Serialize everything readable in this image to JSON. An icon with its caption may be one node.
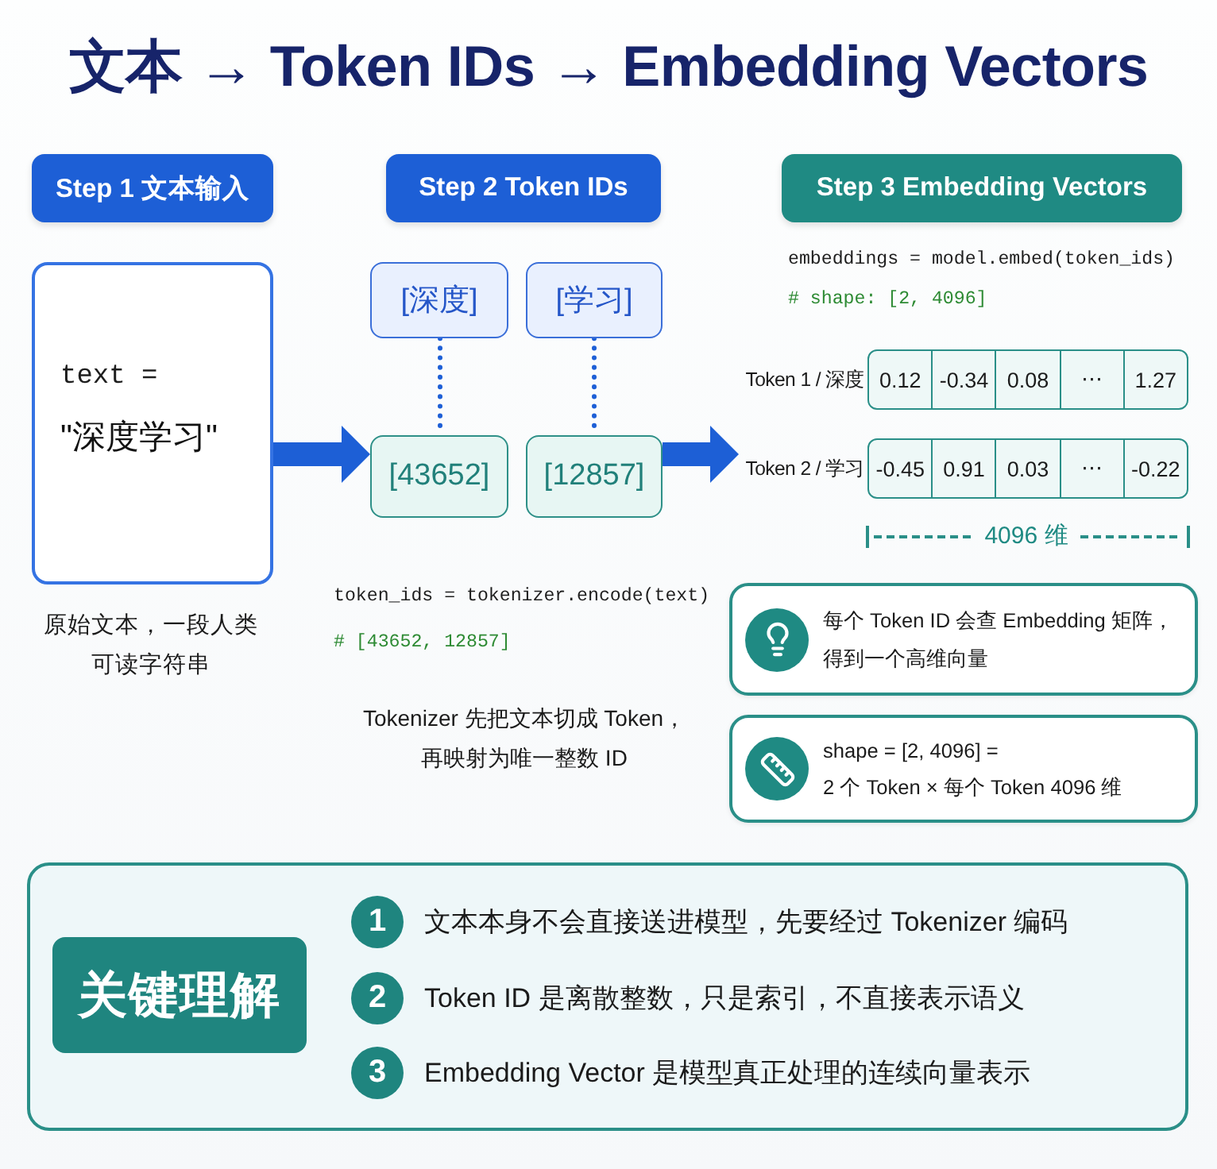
{
  "diagram": {
    "title": "文本 → Token IDs → Embedding Vectors",
    "nodes": [
      {
        "text": [
          "Step 1 文本输入"
        ]
      },
      {
        "text": [
          "text =",
          "\"深度学习\""
        ],
        "beside": [
          "原始文本，一段人类可读字符串"
        ]
      },
      {
        "text": [
          "Step 2 Token IDs"
        ]
      },
      {
        "text": [
          "[深度]"
        ]
      },
      {
        "text": [
          "[学习]"
        ]
      },
      {
        "text": [
          "[43652]"
        ]
      },
      {
        "text": [
          "[12857]"
        ]
      },
      {
        "text": [
          "Step 3 Embedding Vectors"
        ]
      },
      {
        "text": [
          "0.12",
          "-0.34",
          "0.08",
          "⋯",
          "1.27"
        ],
        "beside": [
          "Token 1 / 深度"
        ]
      },
      {
        "text": [
          "Token 2 / 学习"
        ]
      },
      {
        "text": [
          "-0.45",
          "0.91",
          "0.03",
          "⋯",
          "-0.22"
        ]
      },
      {
        "text": [
          "每个 Token ID 会查 Embedding 矩阵，得到一个高维向量"
        ]
      },
      {
        "text": [
          "shape = [2, 4096] =",
          "2 个 Token × 每个 Token 4096 维"
        ]
      },
      {
        "text": [],
        "shape": "box"
      },
      {
        "text": [
          "关键理解"
        ],
        "in": 13
      },
      {
        "text": [
          "1"
        ],
        "in": 13,
        "beside": [
          "文本本身不会直接送进模型，先要经过 Tokenizer 编码"
        ]
      },
      {
        "text": [
          "2"
        ],
        "in": 13,
        "beside": [
          "Token ID 是离散整数，只是索引，不直接表示语义"
        ]
      },
      {
        "text": [
          "3"
        ],
        "in": 13,
        "beside": [
          "Embedding Vector 是模型真正处理的连续向量表示"
        ]
      }
    ],
    "edges": [
      {
        "from": 1,
        "to": 5,
        "arrow": "to",
        "style": "thick"
      },
      {
        "from": 6,
        "to": 9,
        "arrow": "to",
        "style": "thick"
      },
      {
        "from": 3,
        "to": 5,
        "arrow": "none",
        "style": "dashed"
      },
      {
        "from": 4,
        "to": 6,
        "arrow": "none",
        "style": "dashed"
      }
    ],
    "labels": [
      "token_ids = tokenizer.encode(text)",
      "# [43652, 12857]",
      "Tokenizer 先把文本切成 Token，再映射为唯一整数 ID",
      "embeddings = model.embed(token_ids)",
      "# shape: [2, 4096]",
      "4096 维"
    ]
  }
}
